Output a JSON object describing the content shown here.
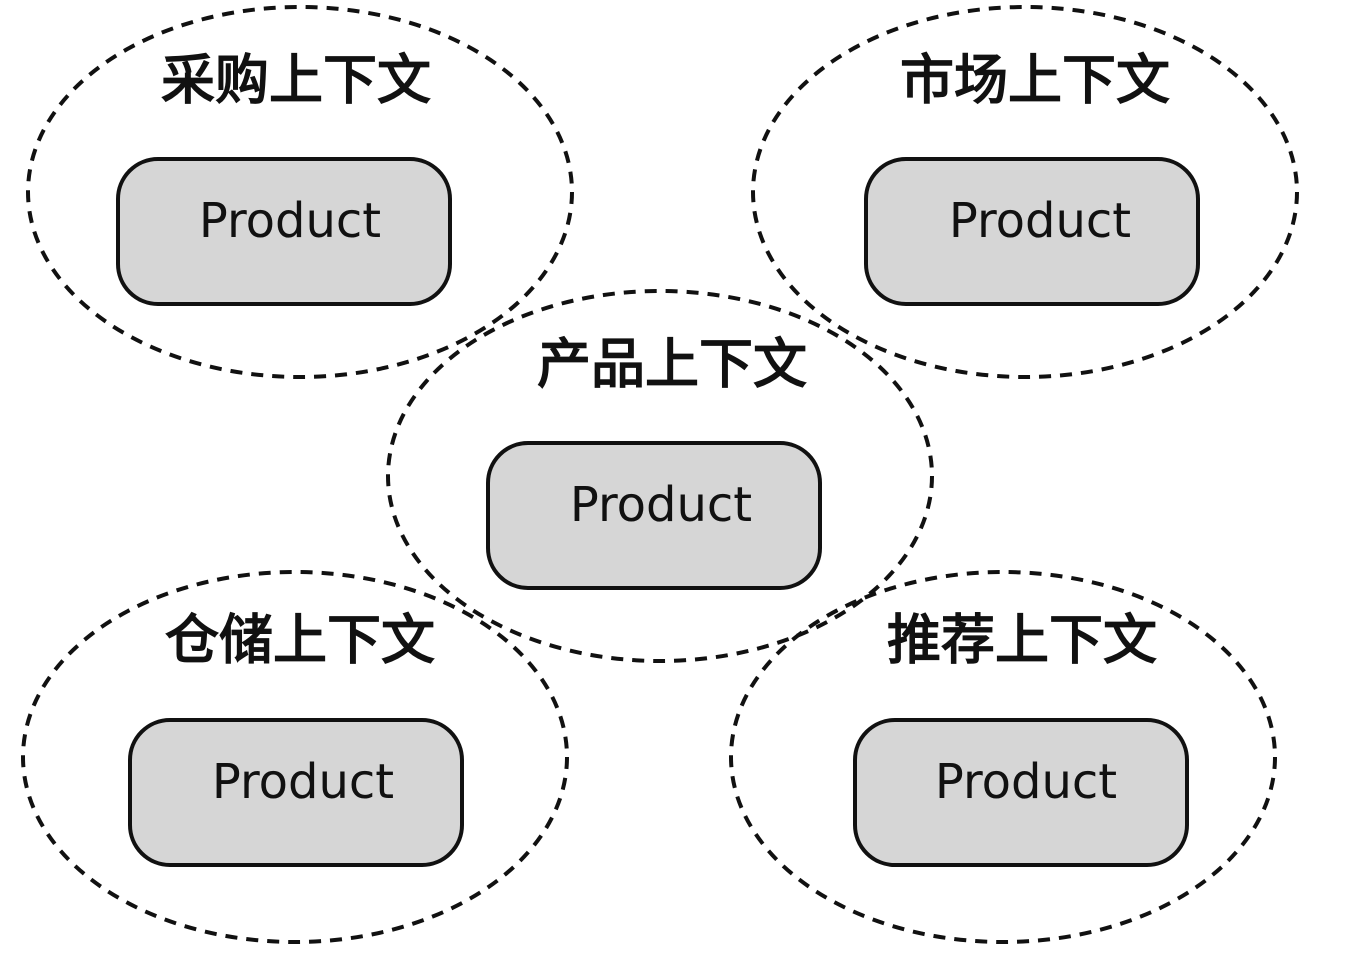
{
  "style": {
    "background": "#ffffff",
    "stroke": "#111111",
    "box_fill": "#d6d6d6"
  },
  "contexts": [
    {
      "id": "procurement",
      "title": "采购上下文",
      "entity": "Product"
    },
    {
      "id": "market",
      "title": "市场上下文",
      "entity": "Product"
    },
    {
      "id": "product",
      "title": "产品上下文",
      "entity": "Product"
    },
    {
      "id": "warehouse",
      "title": "仓储上下文",
      "entity": "Product"
    },
    {
      "id": "recommendation",
      "title": "推荐上下文",
      "entity": "Product"
    }
  ]
}
